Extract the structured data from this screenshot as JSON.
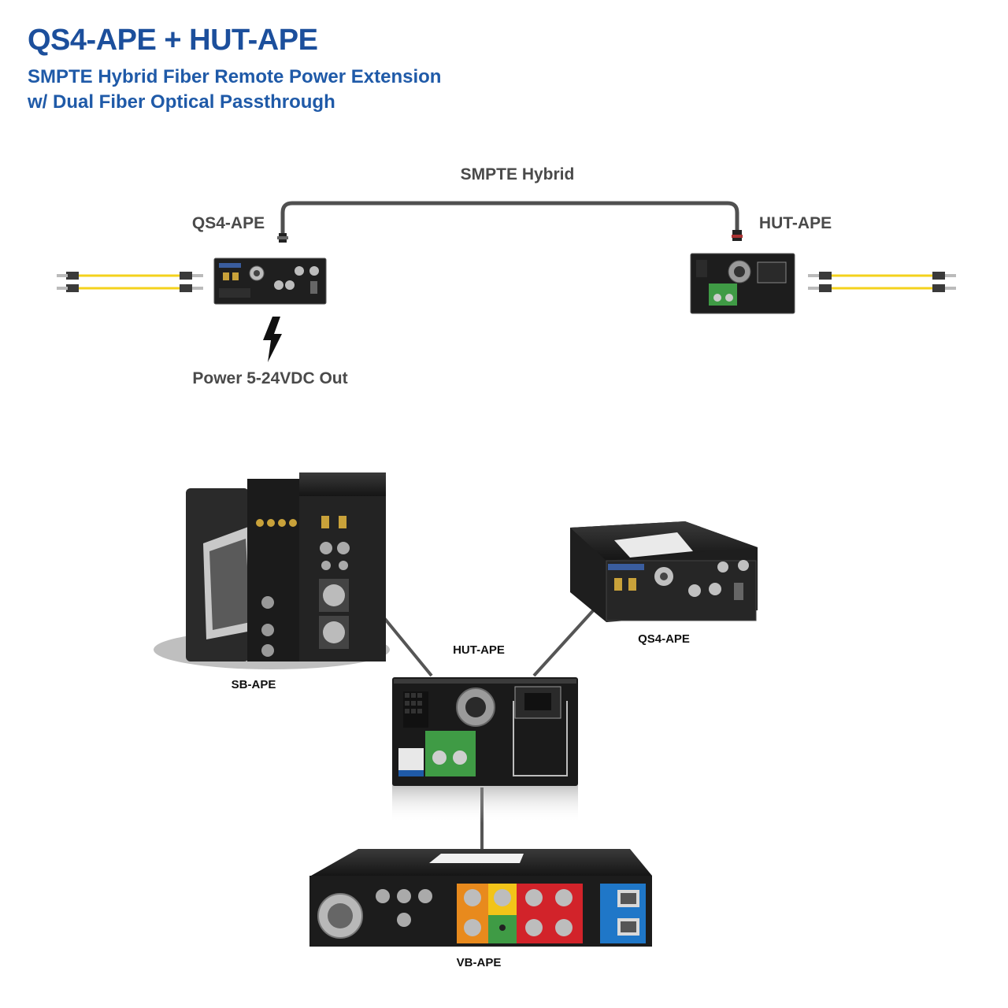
{
  "header": {
    "title": "QS4-APE + HUT-APE",
    "subtitle_line1": "SMPTE Hybrid Fiber Remote Power Extension",
    "subtitle_line2": "w/ Dual Fiber Optical Passthrough"
  },
  "top_diagram": {
    "cable_label": "SMPTE Hybrid",
    "left_device_label": "QS4-APE",
    "right_device_label": "HUT-APE",
    "power_label": "Power 5-24VDC Out"
  },
  "bottom_diagram": {
    "sb_label": "SB-APE",
    "hut_label": "HUT-APE",
    "qs4_label": "QS4-APE",
    "vb_label": "VB-APE"
  },
  "colors": {
    "title_blue": "#1c4f9c",
    "fiber_yellow": "#f4d21c",
    "cable_gray": "#4d4d4d",
    "device_black": "#1e1e1e",
    "green_panel": "#3f9b45",
    "orange_section": "#e88a1d",
    "yellow_section": "#f2c419",
    "red_section": "#d2232a",
    "blue_section": "#1f77c8"
  }
}
